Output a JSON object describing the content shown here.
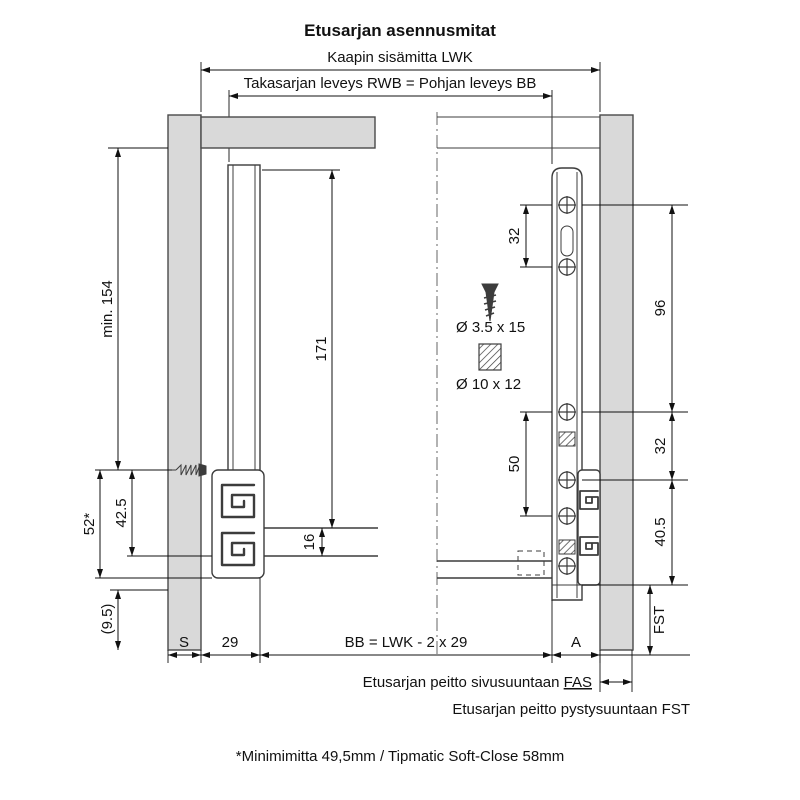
{
  "title": "Etusarjan asennusmitat",
  "top": {
    "lwk": "Kaapin sisämitta LWK",
    "rwb": "Takasarjan leveys RWB = Pohjan leveys BB"
  },
  "left": {
    "min154": "min. 154",
    "h171": "171",
    "d52": "52*",
    "d42_5": "42.5",
    "d9_5": "(9.5)",
    "d16": "16",
    "s": "S",
    "d29": "29"
  },
  "right": {
    "d32_top": "32",
    "d96": "96",
    "d32_mid": "32",
    "d50": "50",
    "d40_5": "40.5",
    "fst": "FST",
    "a": "A"
  },
  "fasteners": {
    "screw": "Ø 3.5 x 15",
    "plug": "Ø 10 x 12"
  },
  "bottom": {
    "bb": "BB = LWK - 2 x 29",
    "fas_text": "Etusarjan peitto sivusuuntaan ",
    "fas_term": "FAS",
    "fst_label": "Etusarjan peitto pystysuuntaan FST",
    "footnote": "*Minimimitta 49,5mm / Tipmatic Soft-Close 58mm"
  },
  "colors": {
    "panel_fill": "#d9d9d9"
  }
}
